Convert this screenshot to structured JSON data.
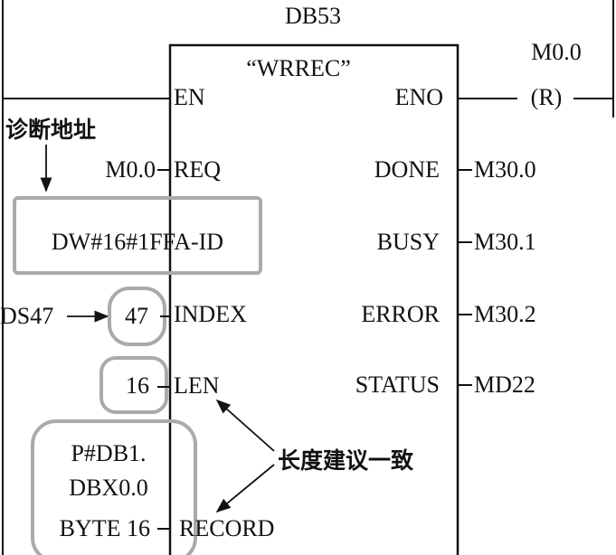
{
  "block": {
    "db": "DB53",
    "name": "“WRREC”",
    "inputs": {
      "en": "EN",
      "req": "REQ",
      "index": "INDEX",
      "len": "LEN",
      "record": "RECORD"
    },
    "outputs": {
      "eno": "ENO",
      "done": "DONE",
      "busy": "BUSY",
      "error": "ERROR",
      "status": "STATUS"
    }
  },
  "coil": {
    "address": "M0.0",
    "symbol": "(R)"
  },
  "params": {
    "req": "M0.0",
    "id": "DW#16#1FFA-ID",
    "index": "47",
    "ds": "DS47",
    "len": "16",
    "record_line1": "P#DB1.",
    "record_line2": "DBX0.0",
    "record_line3": "BYTE 16"
  },
  "output_values": {
    "done": "M30.0",
    "busy": "M30.1",
    "error": "M30.2",
    "status": "MD22"
  },
  "annotations": {
    "diag_address": "诊断地址",
    "length_note": "长度建议一致"
  },
  "colors": {
    "line": "#111111",
    "highlight": "#aaaaaa"
  }
}
